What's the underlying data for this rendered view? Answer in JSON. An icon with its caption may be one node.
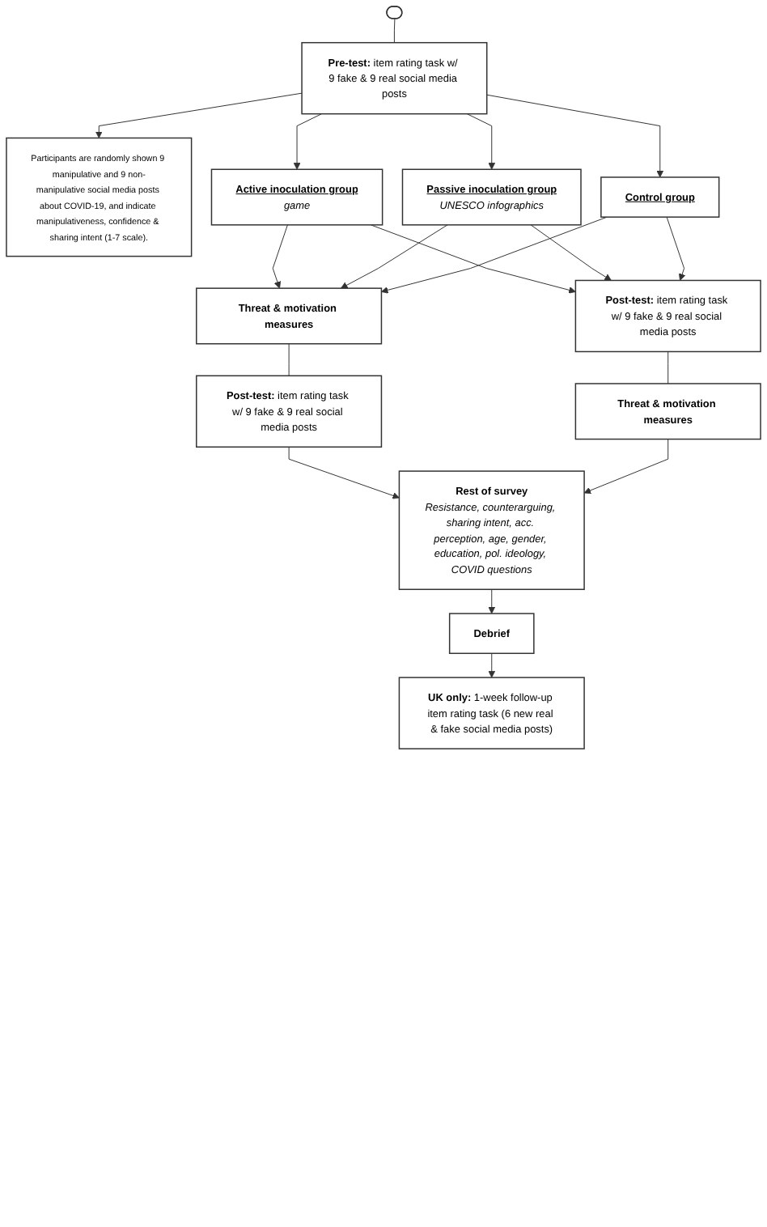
{
  "diagram": {
    "nodes": [
      {
        "text": [],
        "shape": "ellipse"
      },
      {
        "text": [
          "**Pre-test:** item rating task w/ 9 fake & 9 real social media posts"
        ]
      },
      {
        "text": [
          "Participants are randomly shown 9 manipulative and 9 non-manipulative social media posts about COVID-19, and indicate manipulativeness, confidence & sharing intent (1-7 scale)."
        ]
      },
      {
        "text": [
          "Active inoculation group",
          "game"
        ]
      },
      {
        "text": [
          "Passive inoculation group",
          "UNESCO infographics"
        ]
      },
      {
        "text": [
          "Control group"
        ]
      },
      {
        "text": [
          "Threat & motivation measures"
        ]
      },
      {
        "text": [
          "**Post-test:** item rating task w/ 9 fake & 9 real social media posts"
        ]
      },
      {
        "text": [
          "**Post-test:** item rating task w/ 9 fake & 9 real social media posts"
        ]
      },
      {
        "text": [
          "Threat & motivation measures"
        ]
      },
      {
        "text": [
          "Rest of survey",
          "Resistance, counterarguing, sharing intent, acc. perception, age, gender, education, pol. ideology, COVID questions"
        ]
      },
      {
        "text": [
          "Debrief"
        ]
      },
      {
        "text": [
          "**UK only:** 1-week follow-up item rating task (6 new real & fake social media posts)"
        ]
      }
    ],
    "edges": [
      {
        "from": 0,
        "to": 1,
        "arrow": "none"
      },
      {
        "from": 1,
        "to": 2,
        "arrow": "to"
      },
      {
        "from": 1,
        "to": 3,
        "arrow": "to"
      },
      {
        "from": 1,
        "to": 4,
        "arrow": "to"
      },
      {
        "from": 1,
        "to": 5,
        "arrow": "to"
      },
      {
        "from": 3,
        "to": 6,
        "arrow": "to"
      },
      {
        "from": 3,
        "to": 8,
        "arrow": "to"
      },
      {
        "from": 4,
        "to": 6,
        "arrow": "to"
      },
      {
        "from": 4,
        "to": 8,
        "arrow": "to"
      },
      {
        "from": 5,
        "to": 6,
        "arrow": "to"
      },
      {
        "from": 5,
        "to": 8,
        "arrow": "to"
      },
      {
        "from": 6,
        "to": 7,
        "arrow": "none"
      },
      {
        "from": 8,
        "to": 9,
        "arrow": "none"
      },
      {
        "from": 7,
        "to": 10,
        "arrow": "to"
      },
      {
        "from": 9,
        "to": 10,
        "arrow": "to"
      },
      {
        "from": 10,
        "to": 11,
        "arrow": "to"
      },
      {
        "from": 11,
        "to": 12,
        "arrow": "to"
      }
    ]
  }
}
